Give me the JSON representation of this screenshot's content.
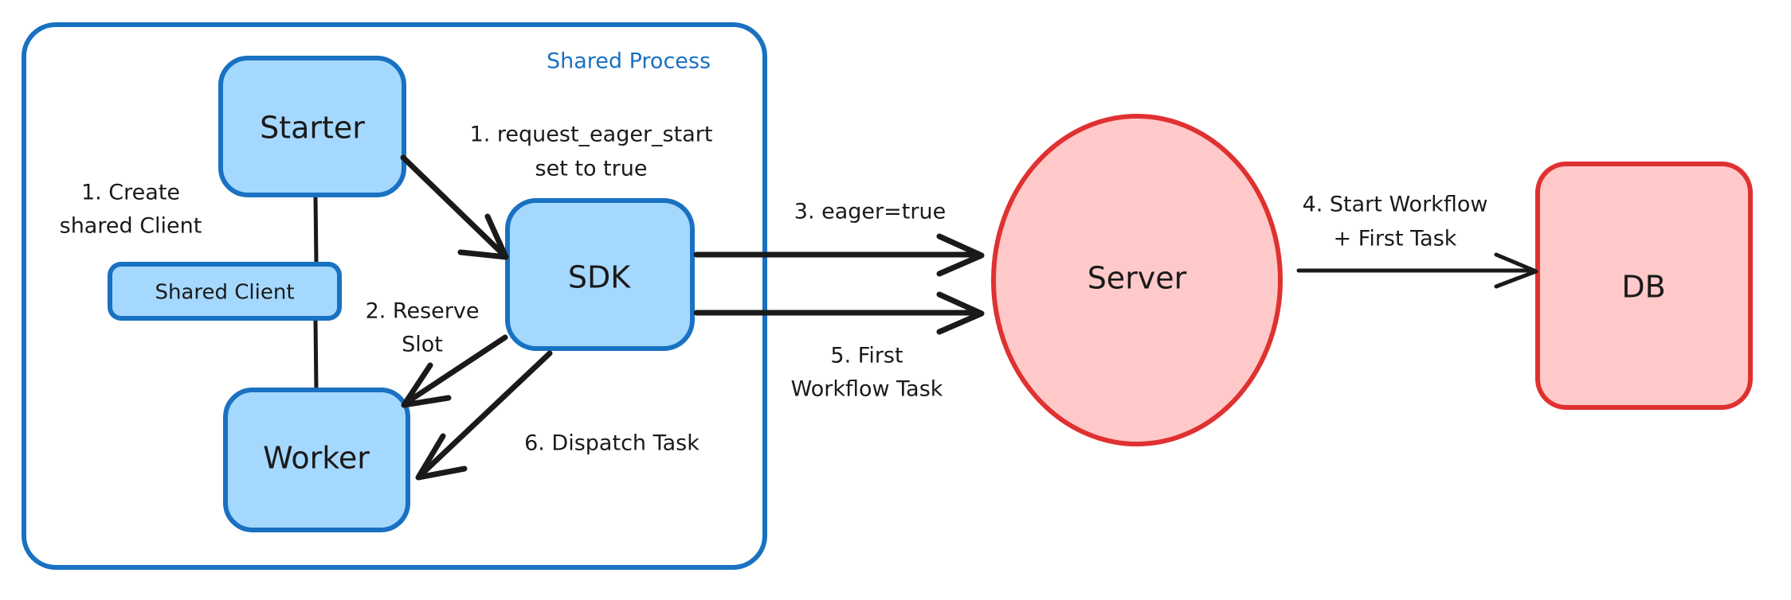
{
  "diagram": {
    "title": "Eager Workflow Start sequence diagram",
    "colors": {
      "blue_fill": "#a5d8ff",
      "blue_stroke": "#1971c2",
      "red_fill": "#ffc9c9",
      "red_stroke": "#e03131",
      "text": "#1a1a1a"
    },
    "container": {
      "label": "Shared Process"
    },
    "nodes": {
      "starter": "Starter",
      "shared_client": "Shared Client",
      "worker": "Worker",
      "sdk": "SDK",
      "server": "Server",
      "db": "DB"
    },
    "edges": [
      {
        "id": "create-shared-client",
        "line1": "1. Create",
        "line2": "shared Client"
      },
      {
        "id": "request-eager-start",
        "line1": "1. request_eager_start",
        "line2": "set to true"
      },
      {
        "id": "reserve-slot",
        "line1": "2. Reserve",
        "line2": "Slot"
      },
      {
        "id": "eager-true",
        "line1": "3. eager=true",
        "line2": ""
      },
      {
        "id": "start-workflow",
        "line1": "4. Start Workflow",
        "line2": "+ First Task"
      },
      {
        "id": "first-workflow-task",
        "line1": "5. First",
        "line2": "Workflow Task"
      },
      {
        "id": "dispatch-task",
        "line1": "6. Dispatch Task",
        "line2": ""
      }
    ]
  }
}
